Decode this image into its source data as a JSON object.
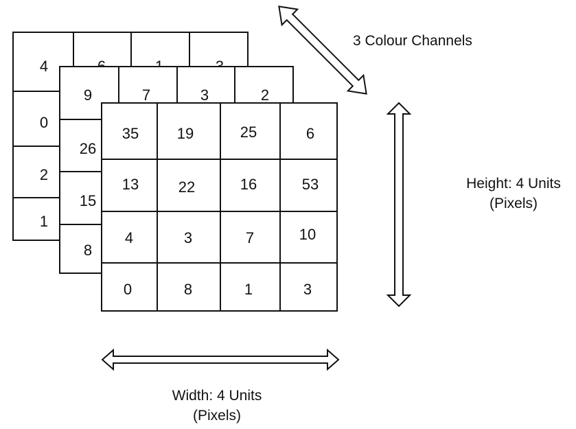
{
  "layers": {
    "back": {
      "cells": [
        [
          "4",
          "6",
          "1",
          "3"
        ],
        [
          "0",
          "",
          "",
          ""
        ],
        [
          "2",
          "",
          "",
          ""
        ],
        [
          "1",
          "",
          "",
          ""
        ]
      ]
    },
    "middle": {
      "cells": [
        [
          "9",
          "7",
          "3",
          "2"
        ],
        [
          "26",
          "",
          "",
          ""
        ],
        [
          "15",
          "",
          "",
          ""
        ],
        [
          "8",
          "",
          "",
          ""
        ]
      ]
    },
    "front": {
      "cells": [
        [
          "35",
          "19",
          "25",
          "6"
        ],
        [
          "13",
          "22",
          "16",
          "53"
        ],
        [
          "4",
          "3",
          "7",
          "10"
        ],
        [
          "0",
          "8",
          "1",
          "3"
        ]
      ]
    }
  },
  "labels": {
    "channels": "3 Colour Channels",
    "height_line1": "Height: 4 Units",
    "height_line2": "(Pixels)",
    "width_line1": "Width: 4 Units",
    "width_line2": "(Pixels)"
  }
}
